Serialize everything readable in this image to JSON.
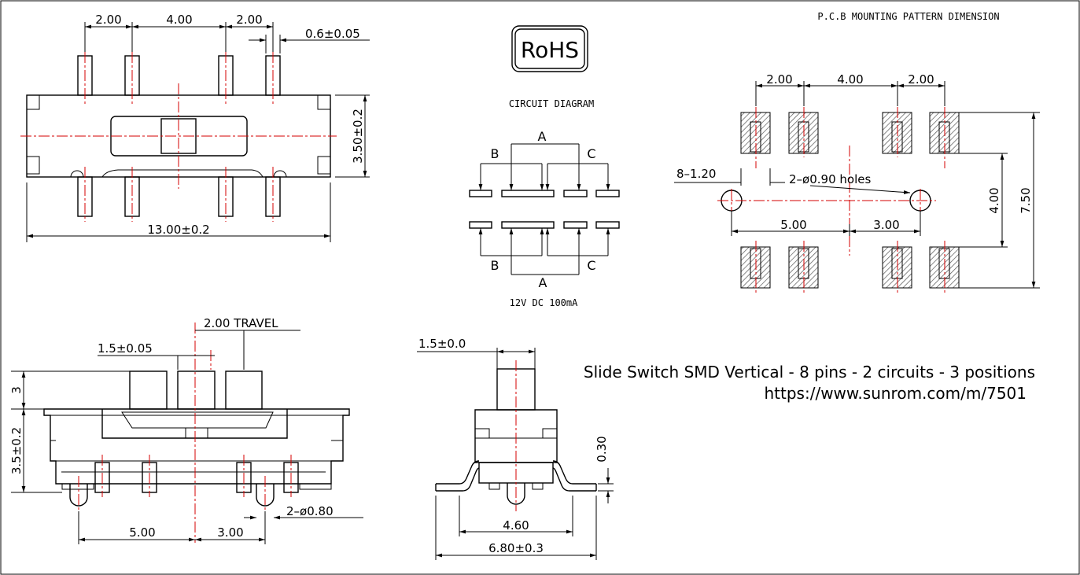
{
  "top_view": {
    "pitch_left": "2.00",
    "pitch_mid": "4.00",
    "pitch_right": "2.00",
    "pin_width": "0.6±0.05",
    "height": "3.50±0.2",
    "length": "13.00±0.2"
  },
  "rohs": "RoHS",
  "circuit": {
    "title": "CIRCUIT DIAGRAM",
    "label_a_top": "A",
    "label_b_top": "B",
    "label_c_top": "C",
    "label_a_bottom": "A",
    "label_b_bottom": "B",
    "label_c_bottom": "C",
    "rating": "12V DC 100mA"
  },
  "pcb": {
    "title": "P.C.B MOUNTING PATTERN DIMENSION",
    "pitch_left": "2.00",
    "pitch_mid": "4.00",
    "pitch_right": "2.00",
    "pad_size": "8–1.20",
    "holes": "2–ø0.90 holes",
    "hole_left": "5.00",
    "hole_right": "3.00",
    "inner_height": "4.00",
    "outer_height": "7.50"
  },
  "side_view": {
    "travel": "2.00 TRAVEL",
    "actuator": "1.5±0.05",
    "actuator_height": "3",
    "body_height": "3.5±0.2",
    "post_dia": "2–ø0.80",
    "post_left": "5.00",
    "post_right": "3.00"
  },
  "end_view": {
    "actuator": "1.5±0.0",
    "lead_thickness": "0.30",
    "inner_width": "4.60",
    "outer_width": "6.80±0.3"
  },
  "product": {
    "title": "Slide Switch SMD Vertical - 8 pins - 2 circuits - 3 positions",
    "url": "https://www.sunrom.com/m/7501"
  },
  "colors": {
    "outline": "#000000",
    "centerline": "#d40000"
  }
}
